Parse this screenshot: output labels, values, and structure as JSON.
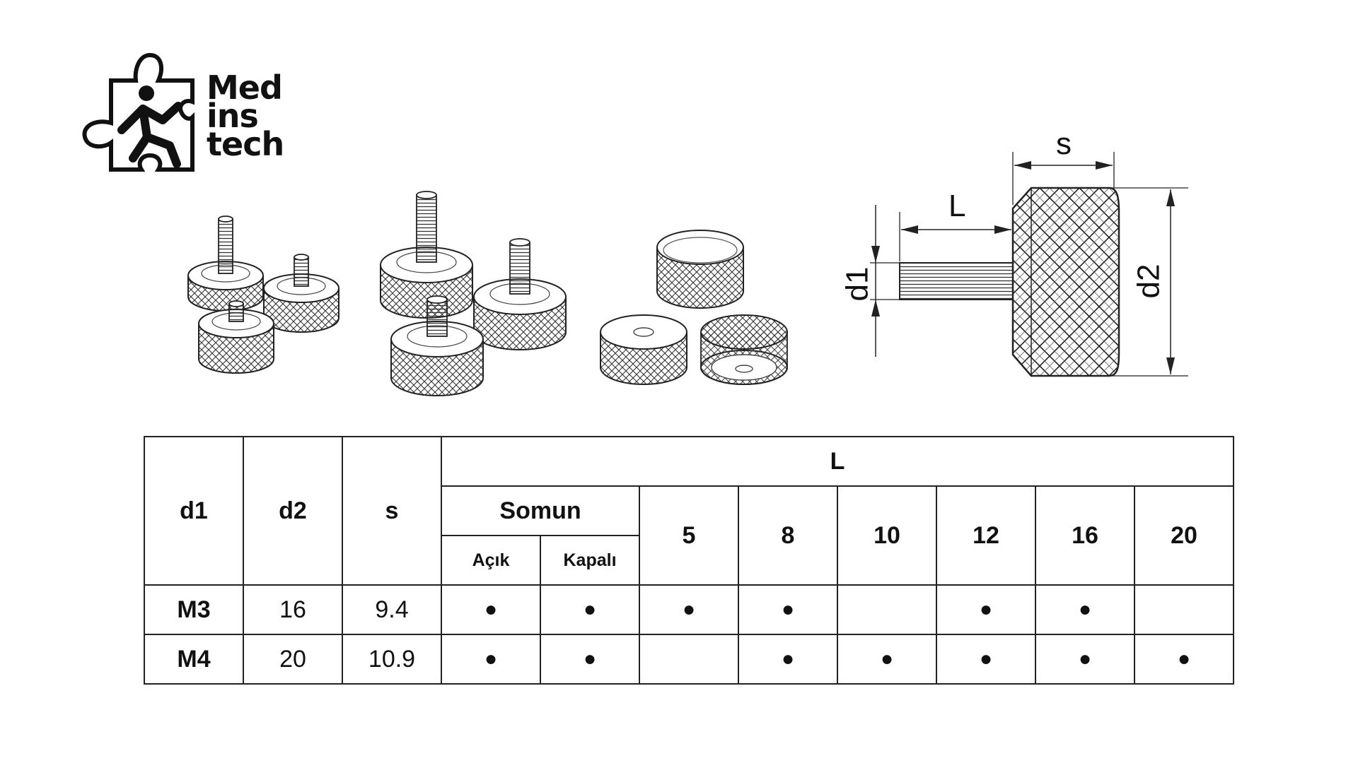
{
  "logo": {
    "line1": "Med",
    "line2": "ins",
    "line3": "tech"
  },
  "drawing": {
    "s": "s",
    "L": "L",
    "d1": "d1",
    "d2": "d2"
  },
  "table": {
    "headers": {
      "d1": "d1",
      "d2": "d2",
      "s": "s",
      "L": "L",
      "somun": "Somun",
      "acik": "Açık",
      "kapali": "Kapalı",
      "lengths": [
        "5",
        "8",
        "10",
        "12",
        "16",
        "20"
      ]
    },
    "mark": "●",
    "rows": [
      {
        "d1": "M3",
        "d2": "16",
        "s": "9.4",
        "acik": true,
        "kapali": true,
        "lengths": [
          true,
          true,
          false,
          true,
          true,
          false
        ]
      },
      {
        "d1": "M4",
        "d2": "20",
        "s": "10.9",
        "acik": true,
        "kapali": true,
        "lengths": [
          false,
          true,
          true,
          true,
          true,
          true
        ]
      }
    ]
  }
}
